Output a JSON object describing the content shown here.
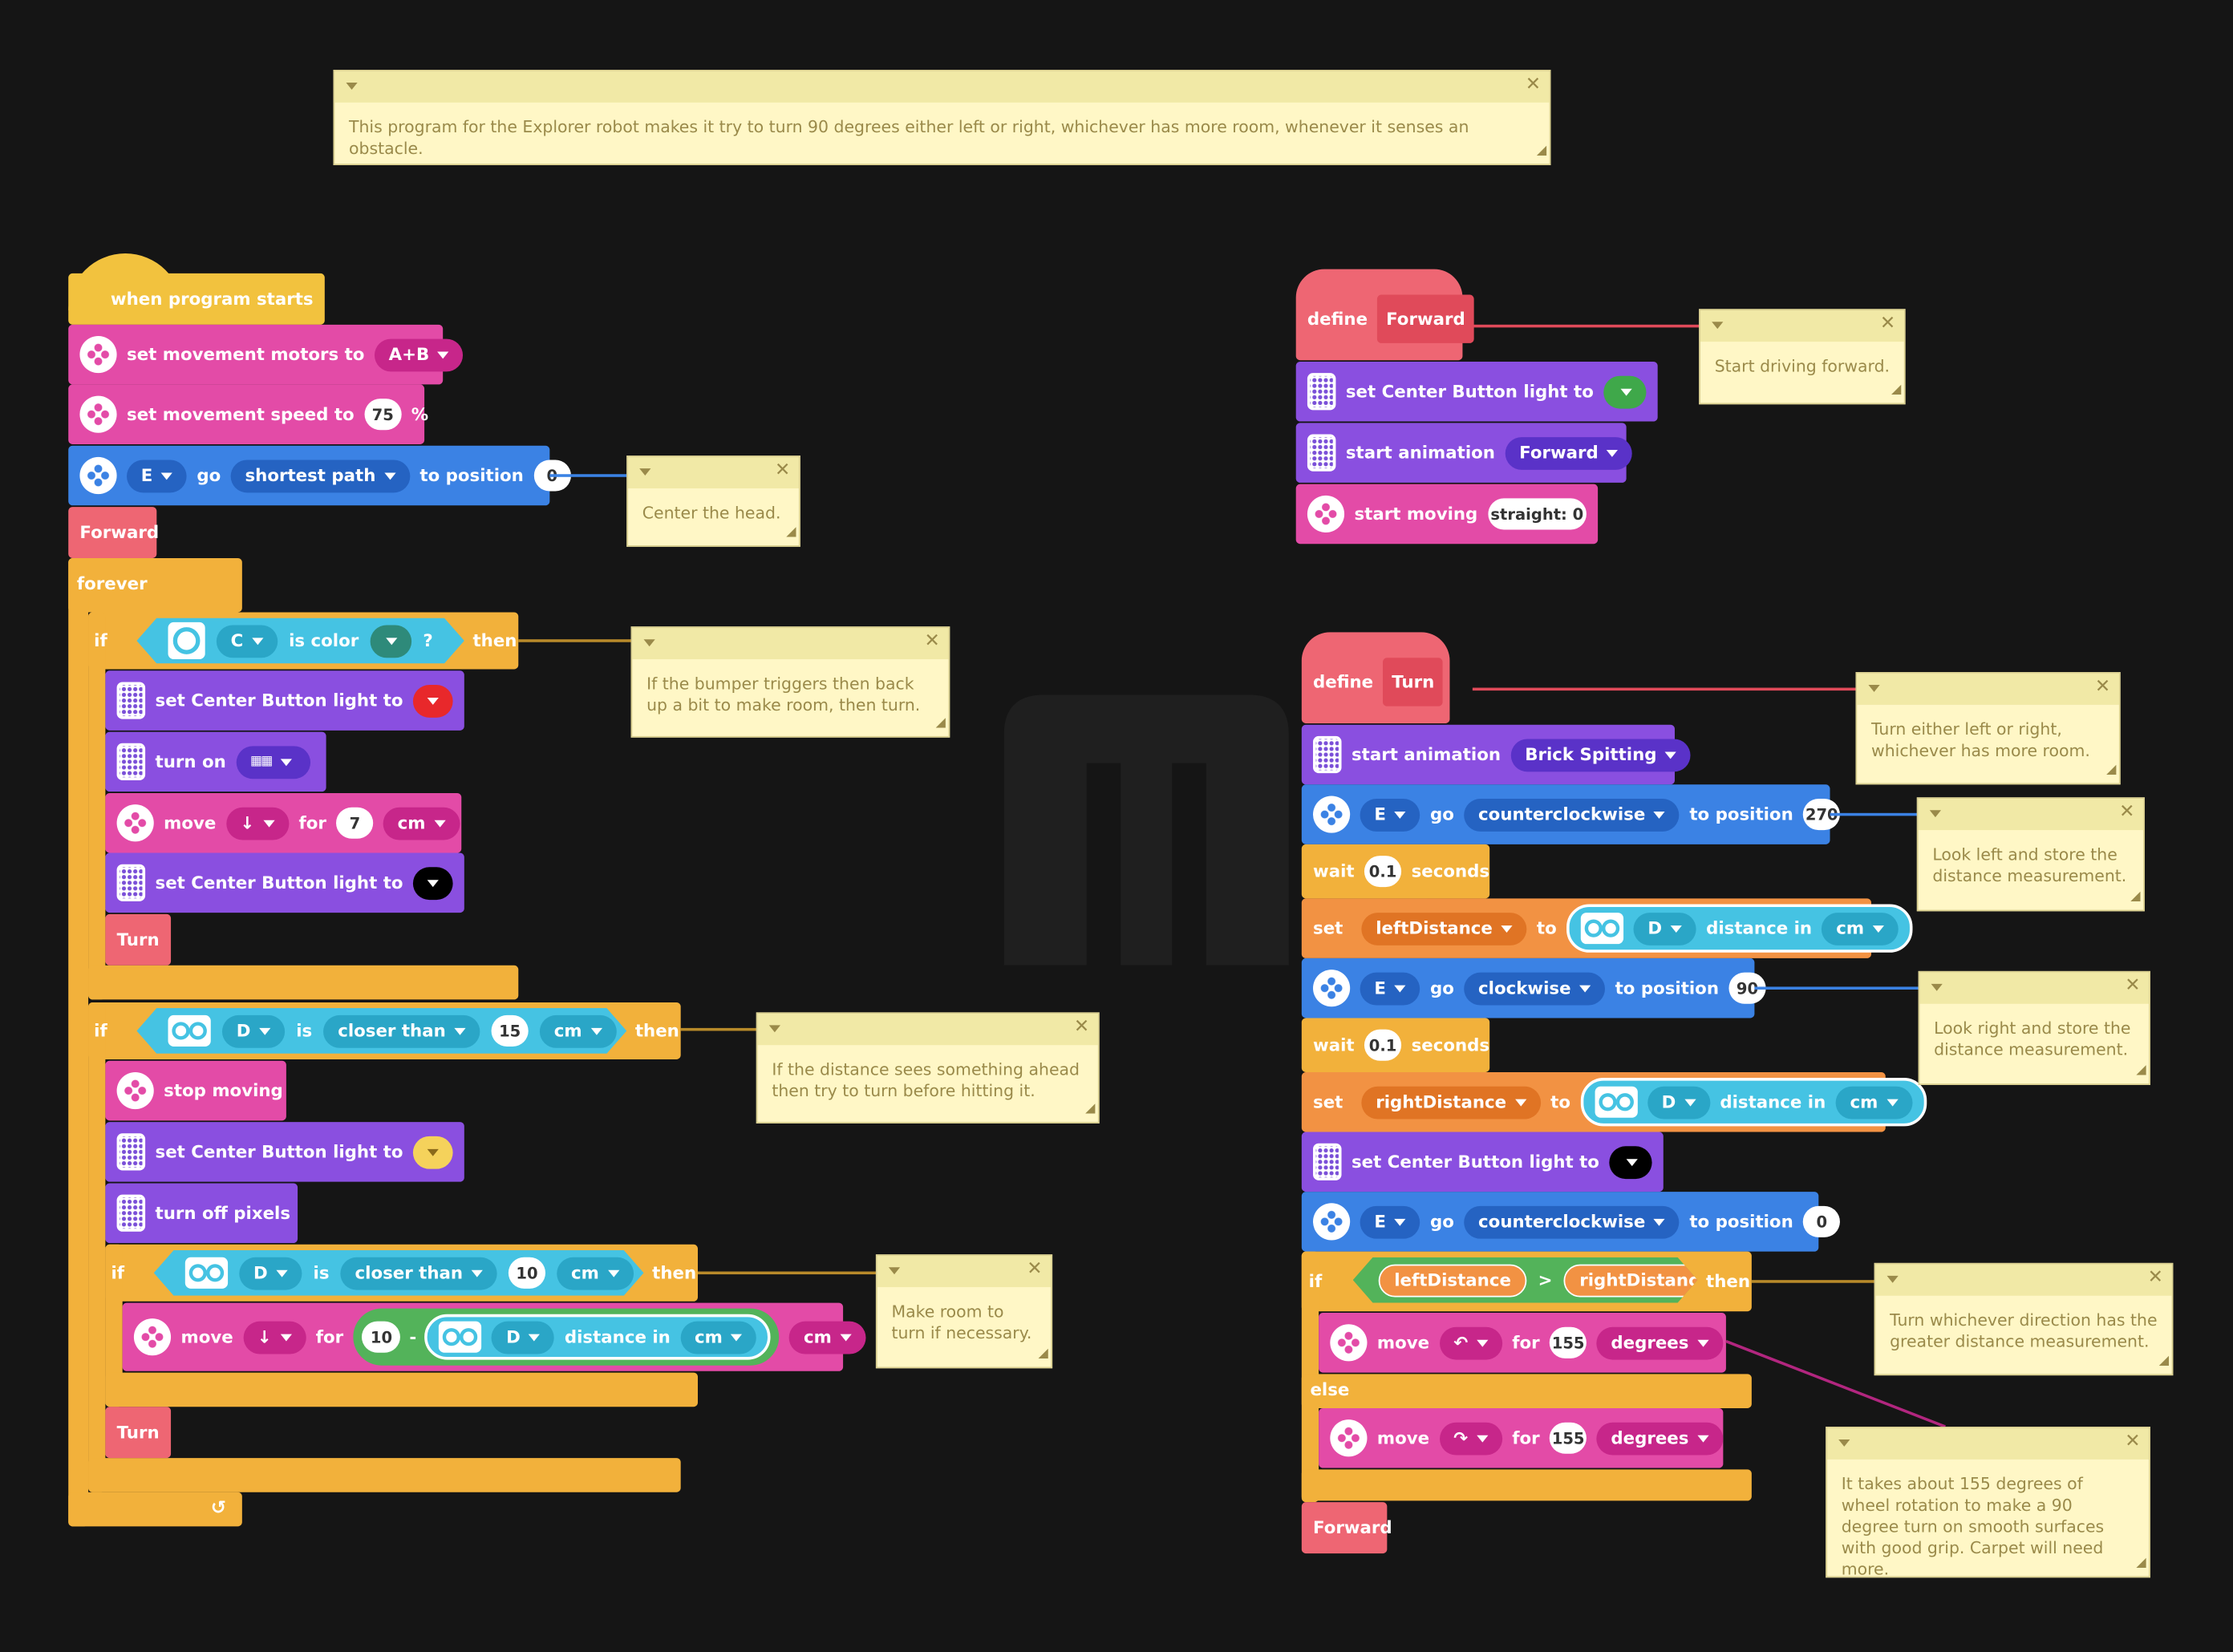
{
  "colors": {
    "background": "#151515",
    "events": "#f2c23e",
    "movement": "#e34ba7",
    "motor": "#3b82e4",
    "display": "#8a4fe0",
    "control": "#f2b13b",
    "sensor": "#45c3e3",
    "myblocks": "#ee6673",
    "variable": "#f29243",
    "operator": "#53b35a",
    "comment": "#fff7c6"
  },
  "top_comment": {
    "text": "This program for the Explorer robot makes it try to turn 90 degrees either left or right, whichever has more room, whenever it senses an obstacle."
  },
  "main": {
    "hat": "when program starts",
    "b1": {
      "label": "set movement motors to",
      "value": "A+B"
    },
    "b2": {
      "label": "set movement speed to",
      "value": "75",
      "unit": "%"
    },
    "b3": {
      "port": "E",
      "go": "go",
      "path": "shortest path",
      "to": "to position",
      "value": "0"
    },
    "b4": "Forward",
    "forever": "forever",
    "if1": {
      "if": "if",
      "port": "C",
      "is": "is color",
      "q": "?",
      "then": "then"
    },
    "if1_body": {
      "light1": "set Center Button light to",
      "turnon": "turn on",
      "move": "move",
      "for": "for",
      "dist": "7",
      "unit": "cm",
      "light2": "set Center Button light to",
      "turn": "Turn"
    },
    "if2": {
      "if": "if",
      "port": "D",
      "is": "is",
      "cmp": "closer than",
      "value": "15",
      "unit": "cm",
      "q": "?",
      "then": "then"
    },
    "if2_body": {
      "stop": "stop moving",
      "light": "set Center Button light to",
      "pixels": "turn off pixels"
    },
    "if3": {
      "if": "if",
      "port": "D",
      "is": "is",
      "cmp": "closer than",
      "value": "10",
      "unit": "cm",
      "q": "?",
      "then": "then"
    },
    "if3_body": {
      "move": "move",
      "for": "for",
      "value": "10",
      "minus": "-",
      "port": "D",
      "dist": "distance in",
      "unit": "cm",
      "unit2": "cm"
    },
    "turn2": "Turn"
  },
  "comments_left": {
    "c1": "Center the head.",
    "c2": "If the bumper triggers then back up a bit to make room, then turn.",
    "c3": "If the distance sees something ahead then try to turn before hitting it.",
    "c4": "Make room to turn if necessary."
  },
  "forward_def": {
    "define": "define",
    "name": "Forward",
    "light": "set Center Button light to",
    "anim_label": "start animation",
    "anim": "Forward",
    "moving": "start moving",
    "straight": "straight: 0",
    "comment": "Start driving forward."
  },
  "turn_def": {
    "define": "define",
    "name": "Turn",
    "anim_label": "start animation",
    "anim": "Brick Spitting",
    "g1": {
      "port": "E",
      "go": "go",
      "dir": "counterclockwise",
      "to": "to position",
      "value": "270"
    },
    "w1": {
      "wait": "wait",
      "value": "0.1",
      "unit": "seconds"
    },
    "s1": {
      "set": "set",
      "var": "leftDistance",
      "to": "to",
      "port": "D",
      "dist": "distance in",
      "unit": "cm"
    },
    "g2": {
      "port": "E",
      "go": "go",
      "dir": "clockwise",
      "to": "to position",
      "value": "90"
    },
    "w2": {
      "wait": "wait",
      "value": "0.1",
      "unit": "seconds"
    },
    "s2": {
      "set": "set",
      "var": "rightDistance",
      "to": "to",
      "port": "D",
      "dist": "distance in",
      "unit": "cm"
    },
    "light": "set Center Button light to",
    "g3": {
      "port": "E",
      "go": "go",
      "dir": "counterclockwise",
      "to": "to position",
      "value": "0"
    },
    "if": {
      "if": "if",
      "a": "leftDistance",
      "op": ">",
      "b": "rightDistance",
      "then": "then"
    },
    "m1": {
      "move": "move",
      "for": "for",
      "value": "155",
      "unit": "degrees"
    },
    "else": "else",
    "m2": {
      "move": "move",
      "for": "for",
      "value": "155",
      "unit": "degrees"
    },
    "fwd": "Forward"
  },
  "comments_right": {
    "c1": "Turn either left or right, whichever has more room.",
    "c2": "Look left and store the distance measurement.",
    "c3": "Look right and store the distance measurement.",
    "c4": "Turn whichever direction has the greater distance measurement.",
    "c5": "It takes about 155 degrees of wheel rotation to make a 90 degree turn on smooth surfaces with good grip. Carpet will need more."
  }
}
